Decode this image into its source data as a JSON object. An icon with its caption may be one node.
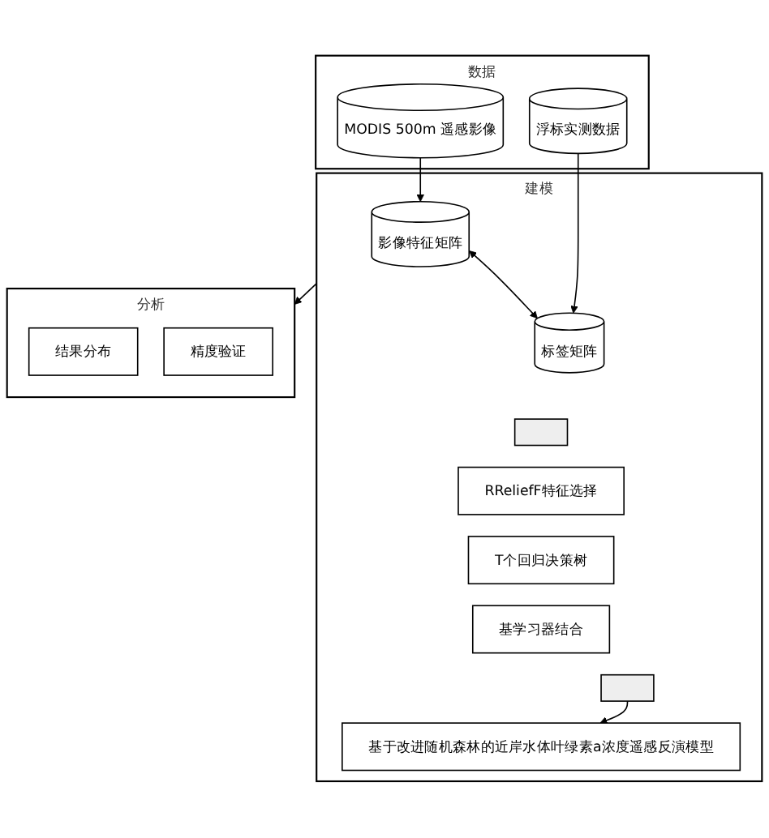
{
  "diagram": {
    "nodes": [
      {
        "text": [
          "数据"
        ]
      },
      {
        "text": [
          "MODIS 500m 遥感影像"
        ],
        "in": 0
      },
      {
        "text": [
          "浮标实测数据"
        ],
        "in": 0
      },
      {
        "text": [
          "建模"
        ]
      },
      {
        "text": [
          "影像特征矩阵"
        ],
        "in": 3
      },
      {
        "text": [
          "标签矩阵"
        ],
        "in": 3
      },
      {
        "text": [],
        "shape": "bar",
        "in": 3
      },
      {
        "text": [
          "RReliefF特征选择"
        ],
        "in": 3
      },
      {
        "text": [
          "T个回归决策树"
        ],
        "in": 3
      },
      {
        "text": [
          "基学习器结合"
        ],
        "in": 3
      },
      {
        "text": [],
        "shape": "bar",
        "in": 3
      },
      {
        "text": [
          "基于改进随机森林的近岸水体叶绿素a浓度遥感反演模型"
        ],
        "in": 3
      },
      {
        "text": [
          "分析"
        ]
      },
      {
        "text": [
          "结果分布"
        ],
        "in": 12
      },
      {
        "text": [
          "精度验证"
        ],
        "in": 12
      }
    ],
    "edges": [
      {
        "from": 1,
        "to": 4,
        "arrow": "to"
      },
      {
        "from": 2,
        "to": 5,
        "arrow": "to"
      },
      {
        "from": 4,
        "to": 5,
        "arrow": "both"
      },
      {
        "from": 10,
        "to": 11,
        "arrow": "to"
      },
      {
        "from": 3,
        "to": 12,
        "arrow": "to"
      }
    ]
  }
}
